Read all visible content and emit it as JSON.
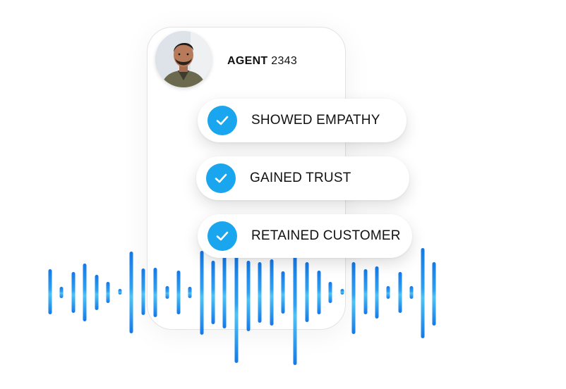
{
  "agent": {
    "title": "AGENT",
    "id": "2343"
  },
  "badges": [
    {
      "label": "SHOWED EMPATHY",
      "icon": "check-icon"
    },
    {
      "label": "GAINED TRUST",
      "icon": "check-icon"
    },
    {
      "label": "RETAINED CUSTOMER",
      "icon": "check-icon"
    }
  ],
  "colors": {
    "accent": "#1aa6ee",
    "wave_dark": "#1478e8",
    "wave_light": "#4ec3f5"
  }
}
